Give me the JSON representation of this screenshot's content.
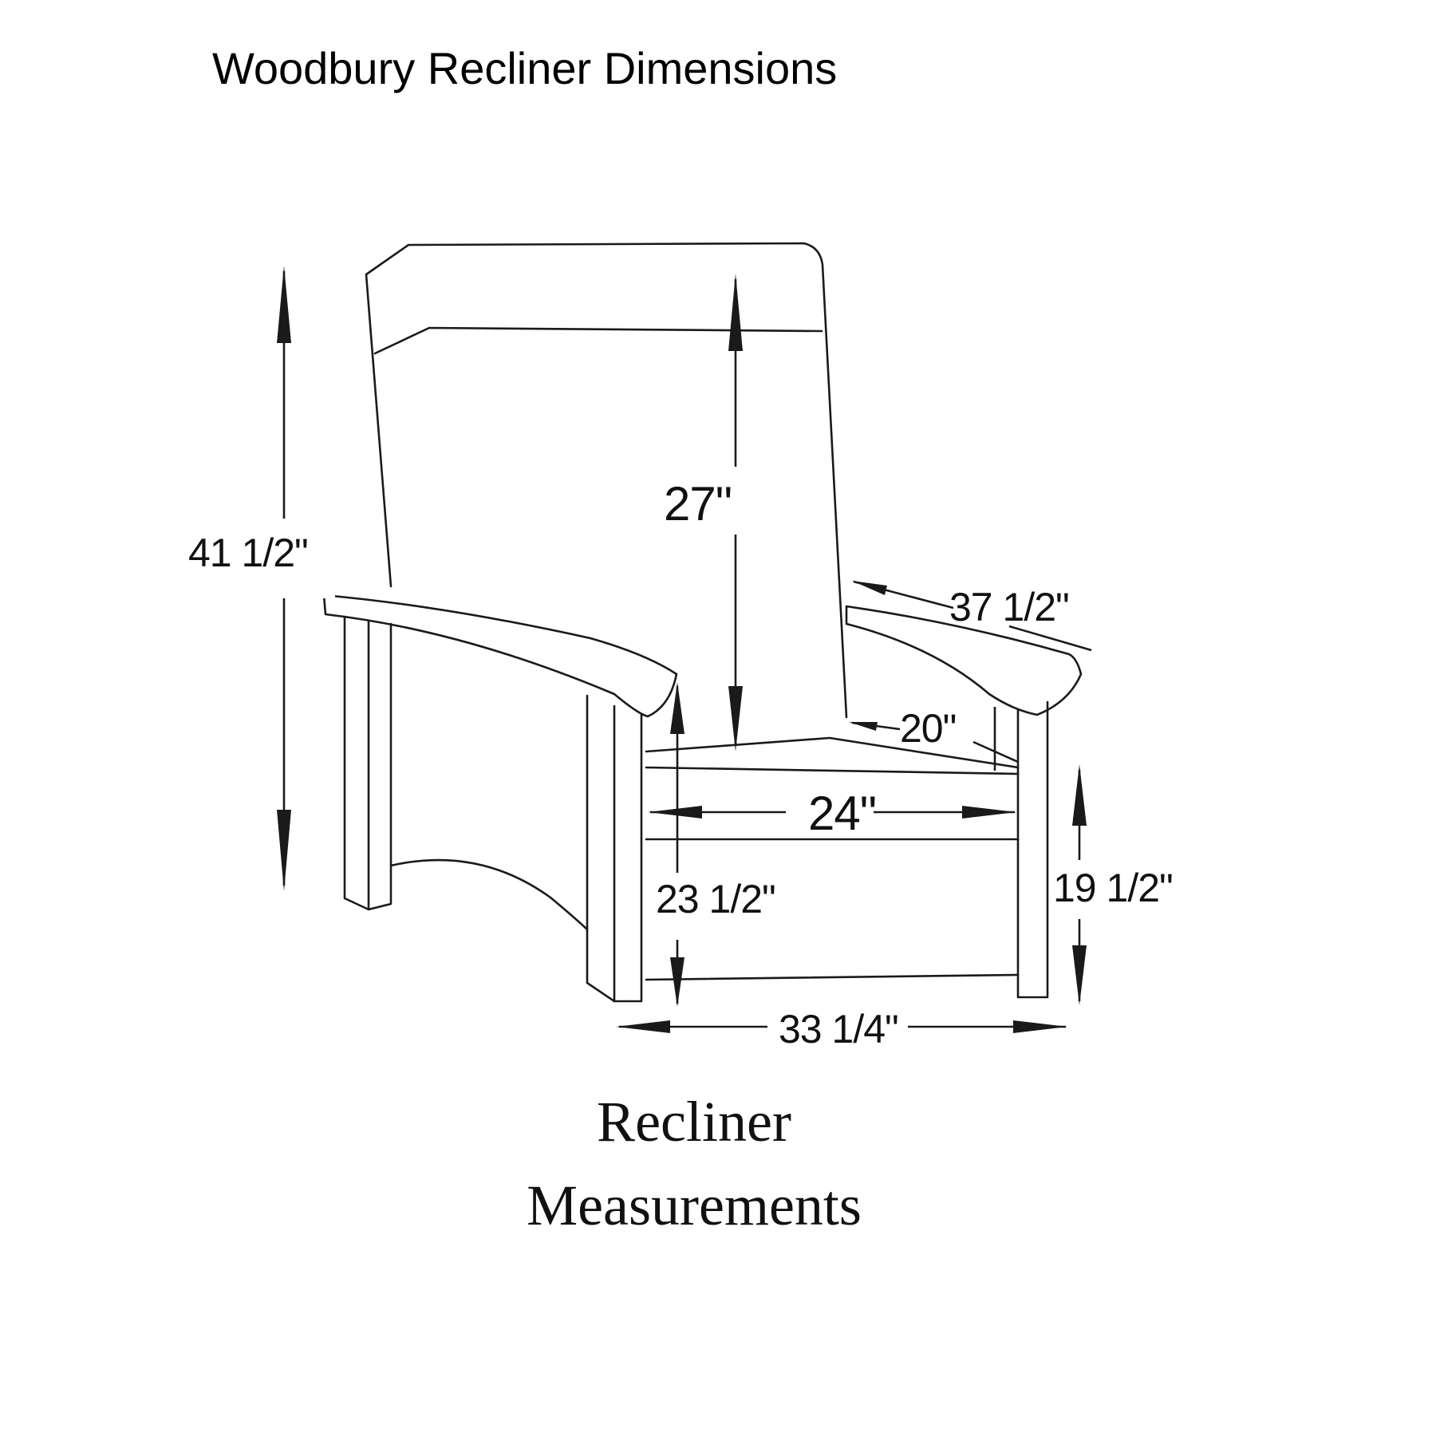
{
  "title": "Woodbury Recliner Dimensions",
  "dimensions": {
    "overall_height": "41 1/2\"",
    "back_height": "27\"",
    "overall_depth": "37 1/2\"",
    "seat_depth": "20\"",
    "seat_width": "24\"",
    "arm_height": "23 1/2\"",
    "seat_height": "19 1/2\"",
    "overall_width": "33 1/4\""
  },
  "caption": {
    "line1": "Recliner",
    "line2": "Measurements"
  }
}
